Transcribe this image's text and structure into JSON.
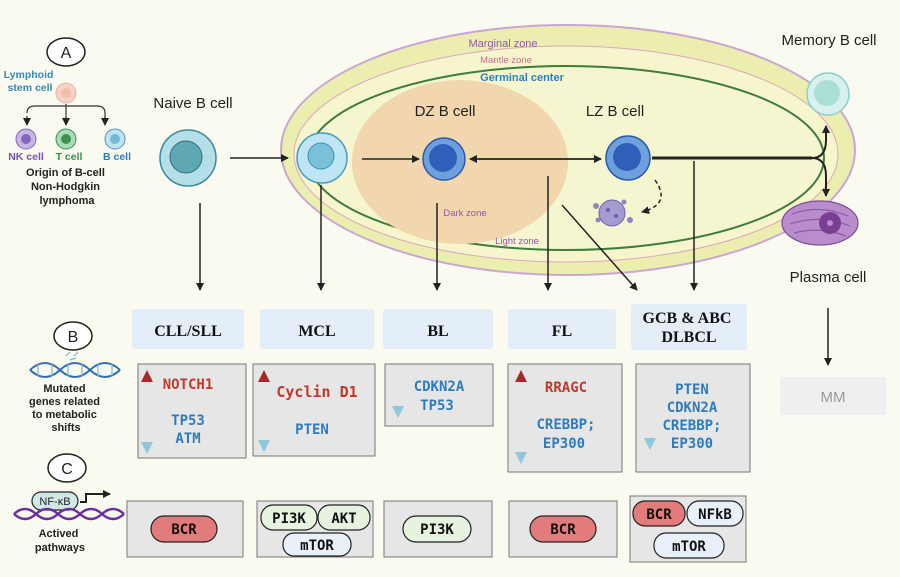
{
  "panels": {
    "a": "A",
    "b": "B",
    "c": "C"
  },
  "origin": {
    "stem_cell": [
      "Lymphoid",
      "stem cell"
    ],
    "nk": "NK cell",
    "t": "T cell",
    "b": "B cell",
    "caption": [
      "Origin of B-cell",
      "Non-Hodgkin",
      "lymphoma"
    ]
  },
  "cells": {
    "naive": "Naive B cell",
    "dz": "DZ B cell",
    "lz": "LZ B cell",
    "memory": "Memory B cell",
    "plasma": "Plasma cell"
  },
  "zones": {
    "marginal": "Marginal zone",
    "mantle": "Mantle zone",
    "germinal": "Germinal center",
    "dark": "Dark zone",
    "light": "Light zone"
  },
  "panel_b_caption": [
    "Mutated",
    "genes related",
    "to metabolic",
    "shifts"
  ],
  "panel_c_caption": [
    "Actived",
    "pathways"
  ],
  "nfkb_tag": "NF-κB",
  "lymphomas": [
    {
      "name": [
        "CLL/SLL"
      ],
      "up": [
        "NOTCH1"
      ],
      "down": [
        "TP53",
        "ATM"
      ],
      "pathways": [
        "BCR"
      ]
    },
    {
      "name": [
        "MCL"
      ],
      "up": [
        "Cyclin D1"
      ],
      "down": [
        "PTEN"
      ],
      "pathways": [
        "PI3K",
        "AKT",
        "mTOR"
      ]
    },
    {
      "name": [
        "BL"
      ],
      "up": [],
      "down": [
        "CDKN2A",
        "TP53"
      ],
      "pathways": [
        "PI3K"
      ]
    },
    {
      "name": [
        "FL"
      ],
      "up": [
        "RRAGC"
      ],
      "down": [
        "CREBBP;",
        "EP300"
      ],
      "pathways": [
        "BCR"
      ]
    },
    {
      "name": [
        "GCB & ABC",
        "DLBCL"
      ],
      "up": [],
      "down": [
        "PTEN",
        "CDKN2A",
        "CREBBP;",
        "EP300"
      ],
      "pathways": [
        "BCR",
        "NFkB",
        "mTOR"
      ]
    }
  ],
  "mm": "MM",
  "colors": {
    "up_gene": "#c0392b",
    "down_gene": "#2e7cc0",
    "bcr_fill": "#e27b7b",
    "pi3k_fill": "#e6f3df",
    "mtor_fill": "#e8f0fa",
    "header_fill": "#e3eef8",
    "gene_box_fill": "#e6e6e6"
  }
}
